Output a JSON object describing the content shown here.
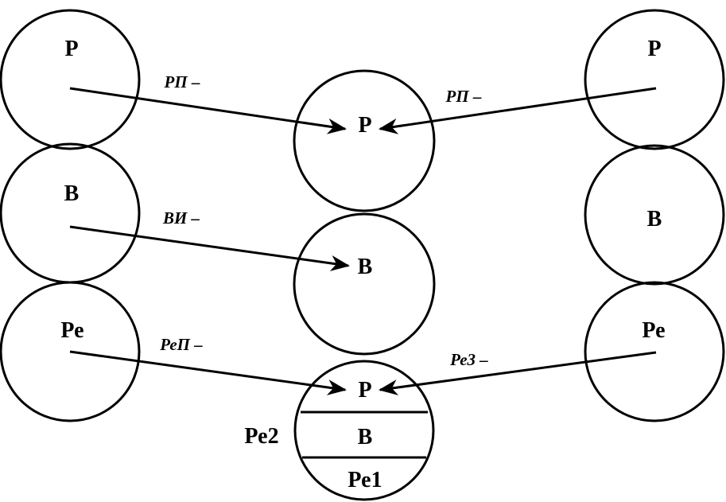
{
  "left": {
    "p": "Р",
    "v": "В",
    "pe": "Ре"
  },
  "center": {
    "top_p": "Р",
    "mid_v": "В",
    "bottom_p": "Р",
    "bottom_v": "В",
    "bottom_pe1": "Ре1",
    "pe2": "Ре2"
  },
  "right": {
    "p": "Р",
    "v": "В",
    "pe": "Ре"
  },
  "edges": {
    "left_p": "РП –",
    "right_p": "РП –",
    "left_v": "ВИ –",
    "left_pe": "РеП –",
    "right_pe": "Ре3 –"
  }
}
